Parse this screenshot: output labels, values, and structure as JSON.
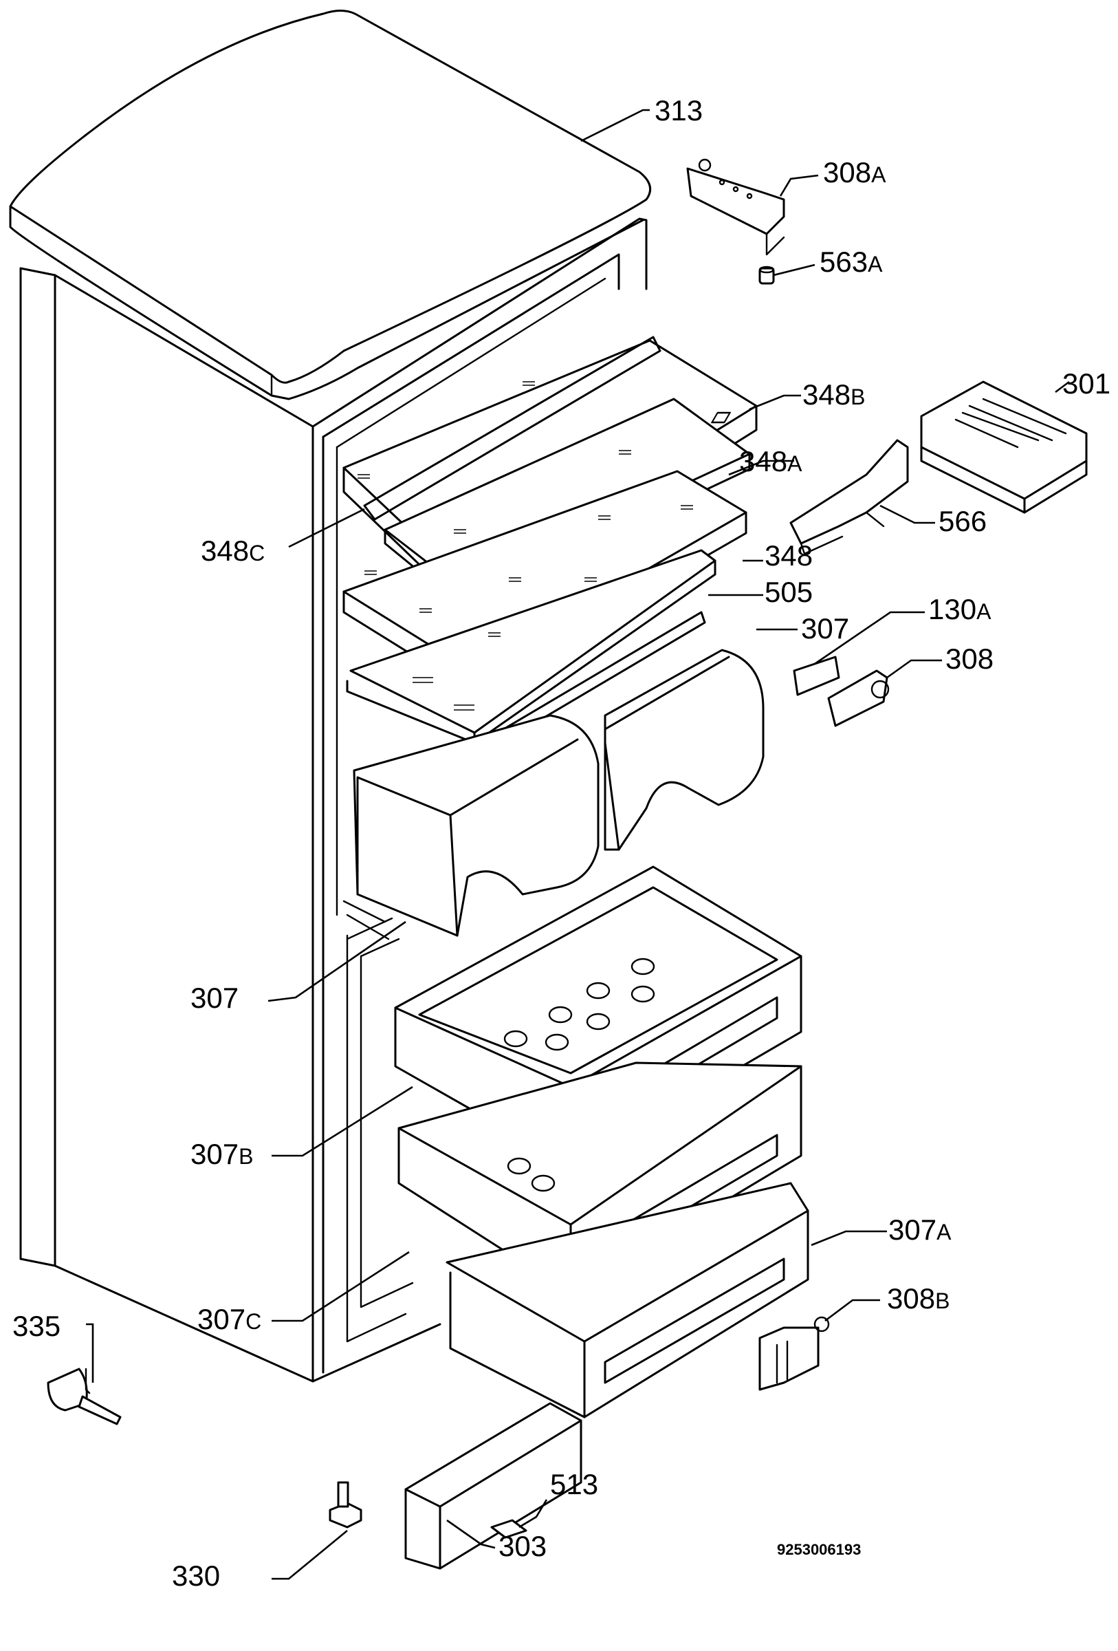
{
  "diagram_code": "9253006193",
  "labels": {
    "l313": {
      "num": "313",
      "sfx": ""
    },
    "l308a": {
      "num": "308",
      "sfx": "A"
    },
    "l563a": {
      "num": "563",
      "sfx": "A"
    },
    "l301": {
      "num": "301",
      "sfx": ""
    },
    "l348b": {
      "num": "348",
      "sfx": "B"
    },
    "l348a": {
      "num": "348",
      "sfx": "A"
    },
    "l566": {
      "num": "566",
      "sfx": ""
    },
    "l348c": {
      "num": "348",
      "sfx": "C"
    },
    "l348": {
      "num": "348",
      "sfx": ""
    },
    "l505": {
      "num": "505",
      "sfx": ""
    },
    "l130a": {
      "num": "130",
      "sfx": "A"
    },
    "l307": {
      "num": "307",
      "sfx": ""
    },
    "l308": {
      "num": "308",
      "sfx": ""
    },
    "l307l": {
      "num": "307",
      "sfx": ""
    },
    "l307b": {
      "num": "307",
      "sfx": "B"
    },
    "l307a": {
      "num": "307",
      "sfx": "A"
    },
    "l308b": {
      "num": "308",
      "sfx": "B"
    },
    "l307c": {
      "num": "307",
      "sfx": "C"
    },
    "l335": {
      "num": "335",
      "sfx": ""
    },
    "l513": {
      "num": "513",
      "sfx": ""
    },
    "l303": {
      "num": "303",
      "sfx": ""
    },
    "l330": {
      "num": "330",
      "sfx": ""
    }
  }
}
